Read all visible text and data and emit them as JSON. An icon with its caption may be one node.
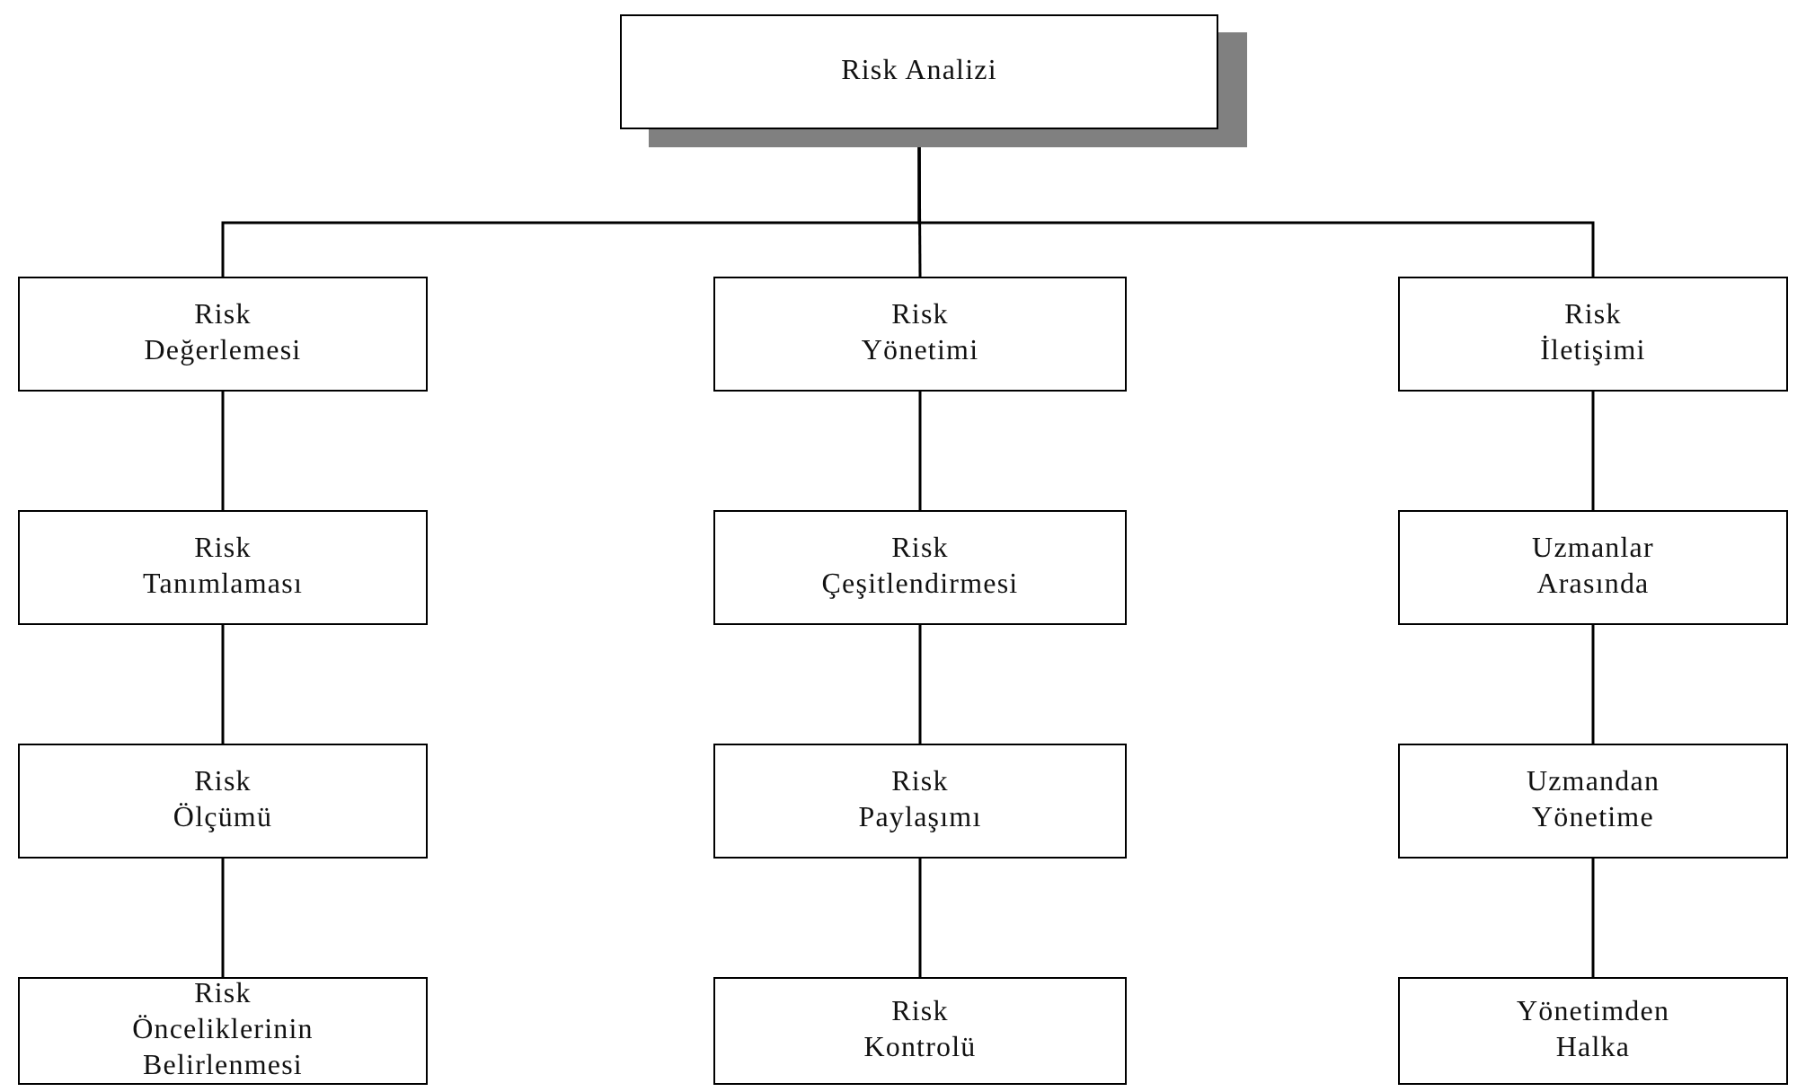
{
  "diagram": {
    "nodes": [
      {
        "text": [
          "Risk Analizi"
        ]
      },
      {
        "text": [
          "Risk Değerlemesi"
        ]
      },
      {
        "text": [
          "Risk Tanımlaması"
        ]
      },
      {
        "text": [
          "Risk Ölçümü"
        ]
      },
      {
        "text": [
          "Risk Önceliklerinin Belirlenmesi"
        ]
      },
      {
        "text": [
          "Risk Yönetimi"
        ]
      },
      {
        "text": [
          "Risk Çeşitlendirmesi"
        ]
      },
      {
        "text": [
          "Risk Paylaşımı"
        ]
      },
      {
        "text": [
          "Risk Kontrolü"
        ]
      },
      {
        "text": [
          "Risk İletişimi"
        ]
      },
      {
        "text": [
          "Uzmanlar Arasında"
        ]
      },
      {
        "text": [
          "Uzmandan Yönetime"
        ]
      },
      {
        "text": [
          "Yönetimden Halka"
        ]
      }
    ],
    "edges": [
      {
        "from": 0,
        "to": 1,
        "arrow": "none"
      },
      {
        "from": 0,
        "to": 5,
        "arrow": "none"
      },
      {
        "from": 0,
        "to": 9,
        "arrow": "none"
      },
      {
        "from": 1,
        "to": 2,
        "arrow": "none"
      },
      {
        "from": 2,
        "to": 3,
        "arrow": "none"
      },
      {
        "from": 3,
        "to": 4,
        "arrow": "none"
      },
      {
        "from": 5,
        "to": 6,
        "arrow": "none"
      },
      {
        "from": 6,
        "to": 7,
        "arrow": "none"
      },
      {
        "from": 7,
        "to": 8,
        "arrow": "none"
      },
      {
        "from": 9,
        "to": 10,
        "arrow": "none"
      },
      {
        "from": 10,
        "to": 11,
        "arrow": "none"
      },
      {
        "from": 11,
        "to": 12,
        "arrow": "none"
      }
    ]
  }
}
